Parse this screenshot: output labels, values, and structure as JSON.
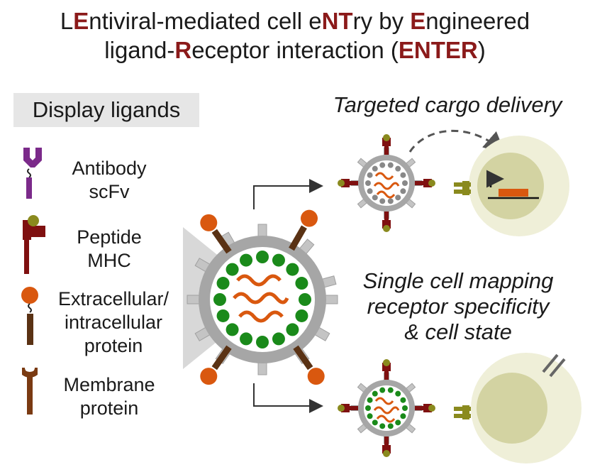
{
  "title": {
    "line1": [
      {
        "t": "L",
        "hl": false
      },
      {
        "t": "E",
        "hl": true
      },
      {
        "t": "ntiviral-mediated cell e",
        "hl": false
      },
      {
        "t": "NT",
        "hl": true
      },
      {
        "t": "ry by ",
        "hl": false
      },
      {
        "t": "E",
        "hl": true
      },
      {
        "t": "ngineered",
        "hl": false
      }
    ],
    "line2": [
      {
        "t": "ligand-",
        "hl": false
      },
      {
        "t": "R",
        "hl": true
      },
      {
        "t": "eceptor interaction (",
        "hl": false
      },
      {
        "t": "ENTER",
        "hl": true
      },
      {
        "t": ")",
        "hl": false
      }
    ]
  },
  "legend": {
    "header": "Display ligands",
    "items": [
      {
        "icon": "antibody-scfv-icon",
        "line1": "Antibody",
        "line2": "scFv",
        "line3": ""
      },
      {
        "icon": "peptide-mhc-icon",
        "line1": "Peptide",
        "line2": "MHC",
        "line3": ""
      },
      {
        "icon": "extracellular-protein-icon",
        "line1": "Extracellular/",
        "line2": "intracellular",
        "line3": "protein"
      },
      {
        "icon": "membrane-protein-icon",
        "line1": "Membrane",
        "line2": "protein",
        "line3": ""
      }
    ]
  },
  "outcomes": {
    "top": {
      "label": "Targeted cargo delivery"
    },
    "bottom": {
      "line1": "Single cell mapping",
      "line2": "receptor specificity",
      "line3": "& cell state"
    }
  },
  "colors": {
    "highlight": "#8b1a1a",
    "purple": "#7b2a8a",
    "dark_red": "#7f1010",
    "orange": "#d9580f",
    "brown": "#5a3214",
    "membrane_brown": "#7a3a12",
    "olive": "#8a8a1e",
    "green": "#1a8a1a",
    "gray": "#9a9a9a",
    "cell_outer": "#efefd8",
    "cell_inner": "#d3d3a2",
    "reporter": "#d9580f"
  }
}
